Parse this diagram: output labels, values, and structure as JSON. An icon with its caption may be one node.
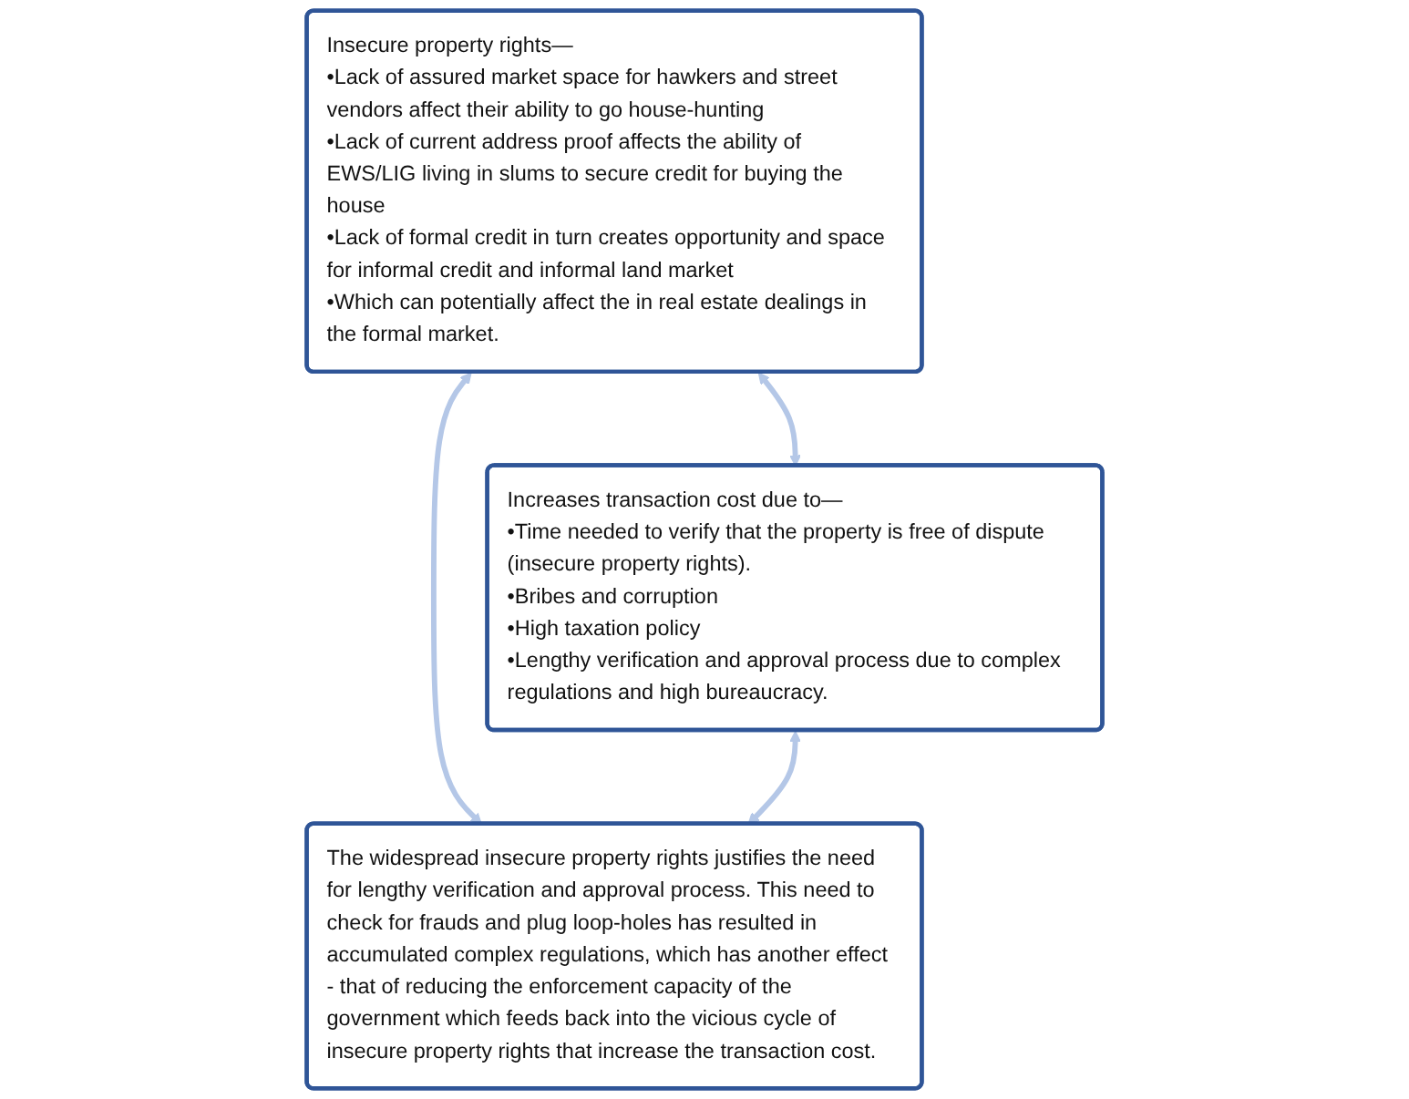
{
  "diagram": {
    "nodes": [
      {
        "text": [
          "Insecure property rights—",
          "•Lack of assured market space for hawkers and street vendors affect their ability to go house-hunting",
          "•Lack of current address proof affects the ability of EWS/LIG living in slums to secure credit for buying the house",
          "•Lack of formal credit in turn creates opportunity and space for informal credit and informal land market",
          "•Which can potentially affect the in real estate dealings in the formal market."
        ]
      },
      {
        "text": [
          "Increases transaction cost due to—",
          "•Time needed to verify that the property is free of dispute (insecure property rights).",
          "•Bribes and corruption",
          "•High taxation policy",
          "•Lengthy verification and approval process due to complex regulations and high bureaucracy."
        ]
      },
      {
        "text": [
          "The widespread insecure property rights justifies the need for lengthy verification and approval process. This need to check for frauds and plug loop-holes has resulted in accumulated complex regulations, which has another effect - that of reducing the enforcement capacity of the government which feeds back into the vicious cycle of insecure property rights that increase the transaction cost."
        ]
      }
    ],
    "edges": [
      {
        "from": 0,
        "to": 1,
        "arrow": "both"
      },
      {
        "from": 0,
        "to": 2,
        "arrow": "both"
      },
      {
        "from": 1,
        "to": 2,
        "arrow": "both"
      }
    ]
  }
}
